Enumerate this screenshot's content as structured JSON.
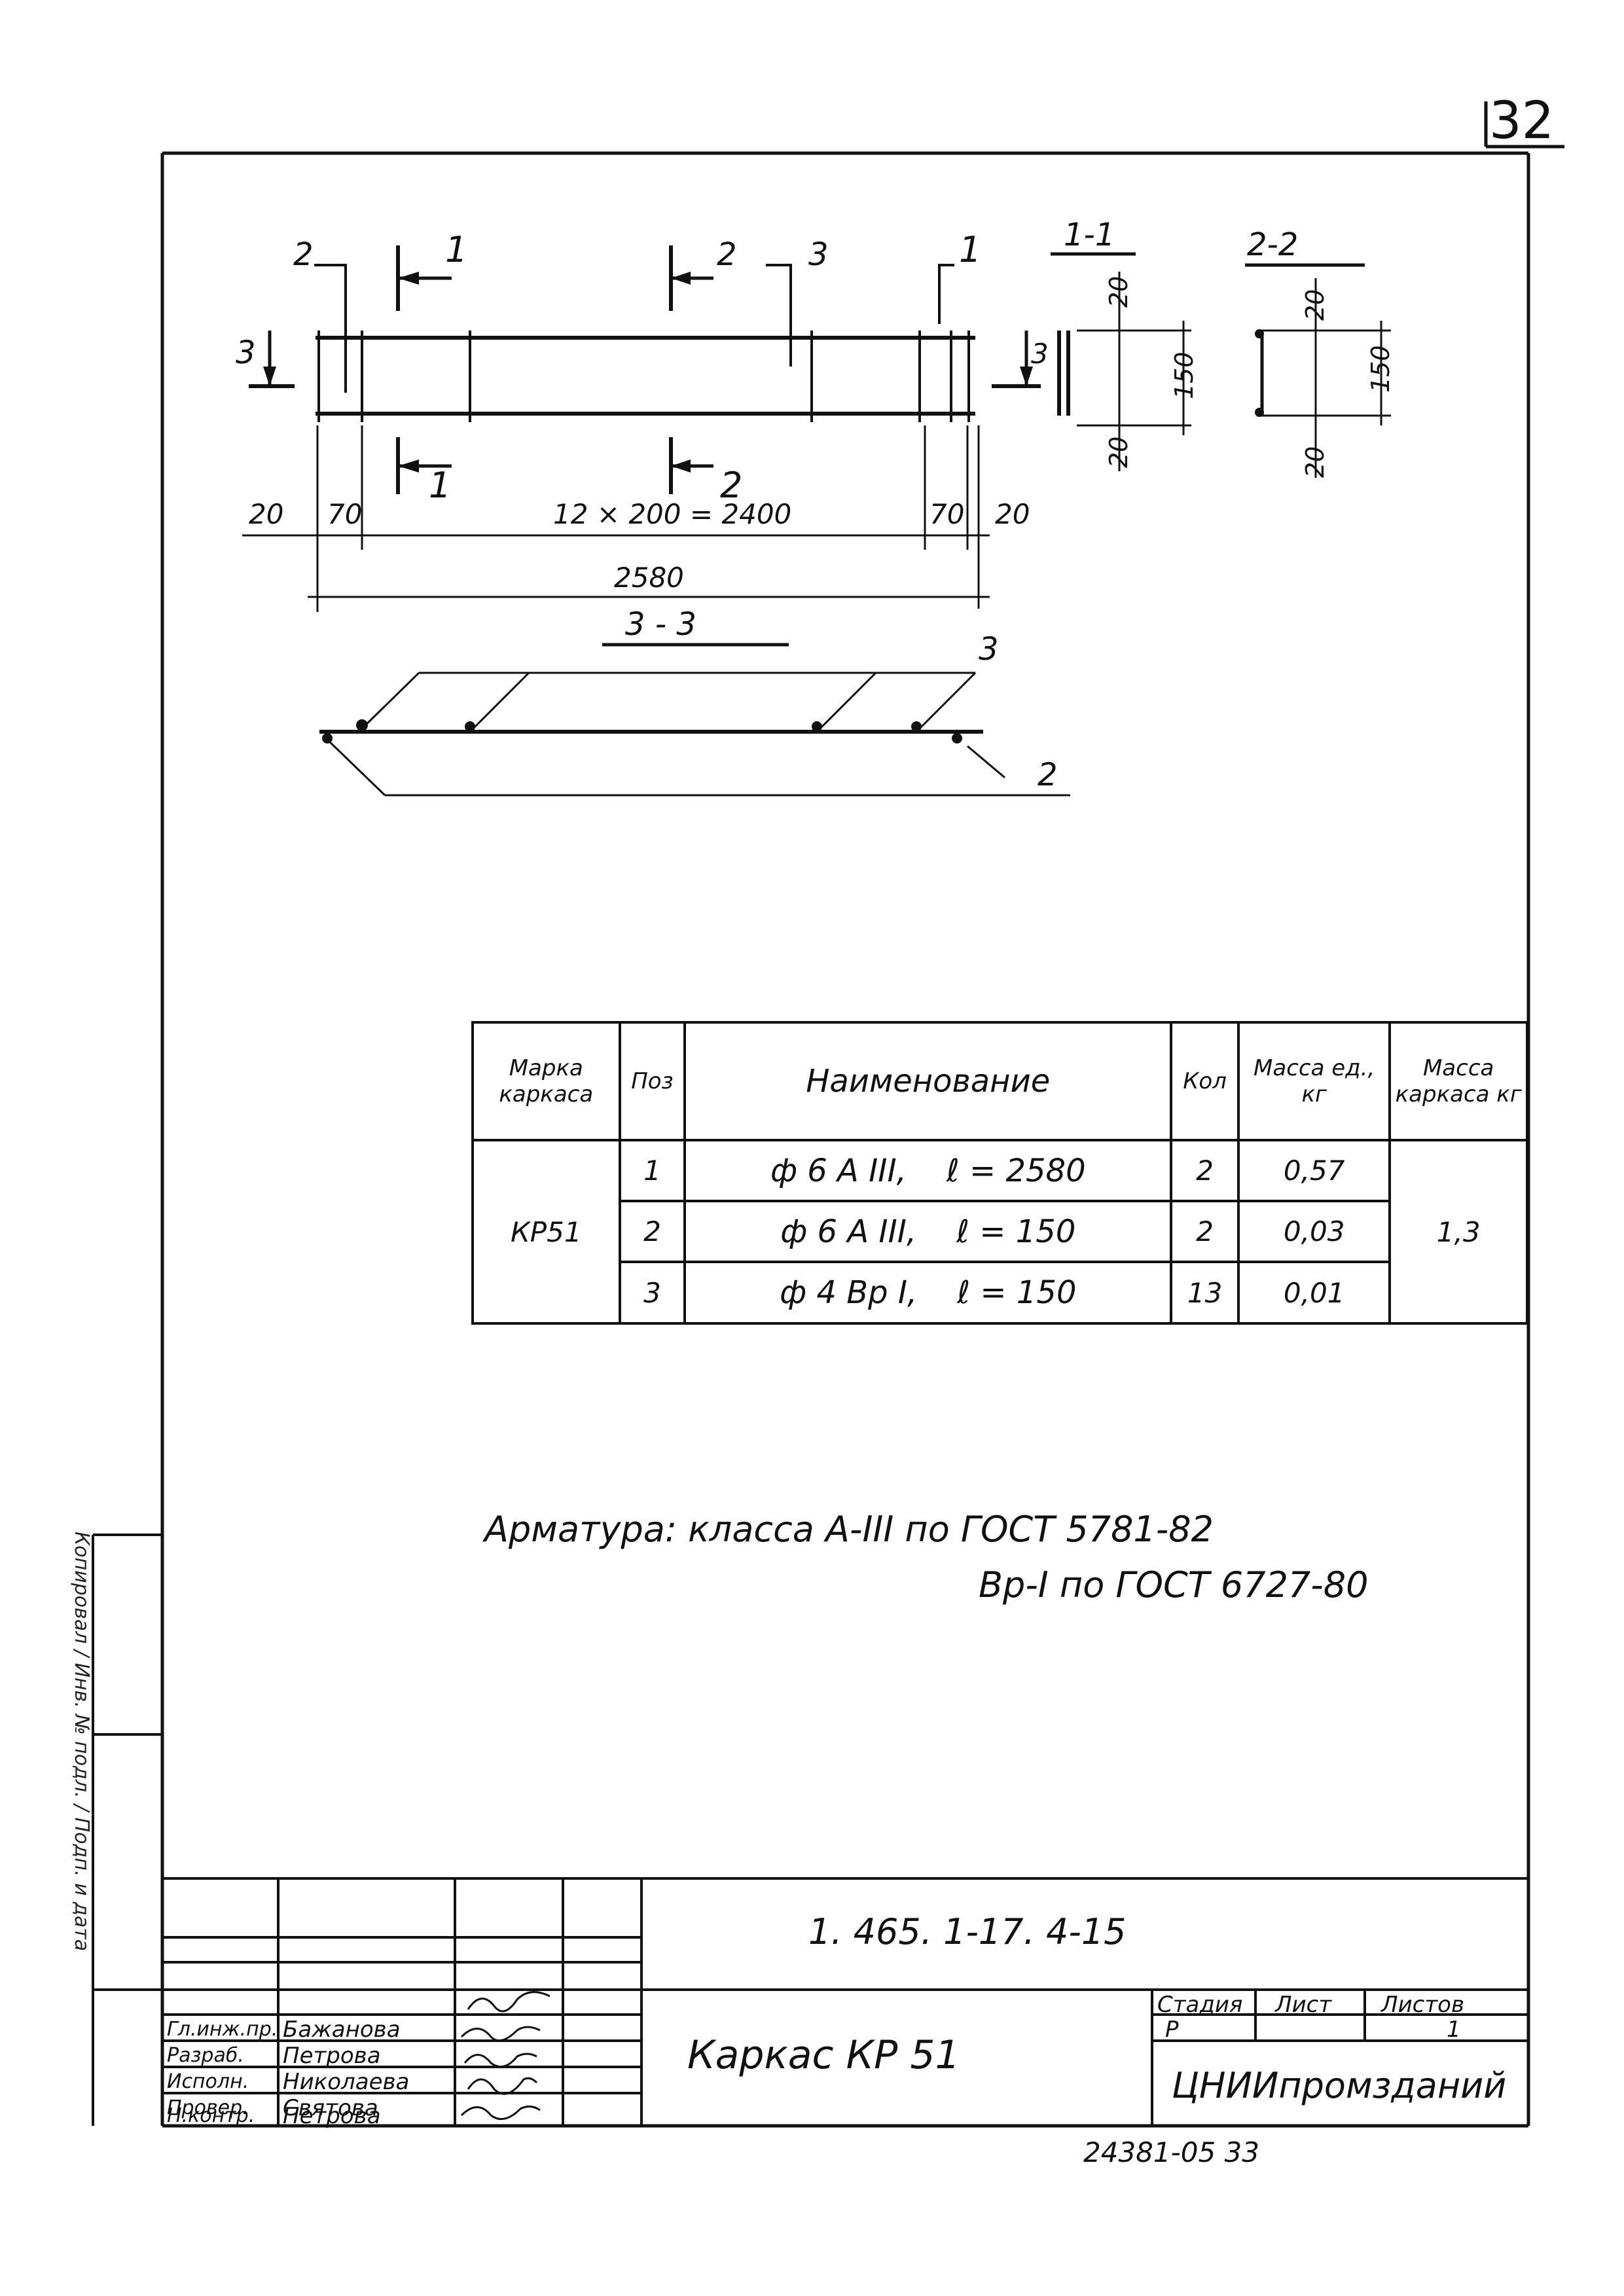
{
  "page_number": "32",
  "drawing": {
    "labels": {
      "pos2_top": "2",
      "pos3_top": "3",
      "cut1_top": "1",
      "cut2_top": "2",
      "pos1_top": "1",
      "cut1_bottom": "1",
      "cut2_bottom": "2",
      "cut3_left": "3",
      "cut3_right": "3",
      "dim_20_left": "20",
      "dim_70_left": "70",
      "dim_span": "12 × 200 = 2400",
      "dim_70_right": "70",
      "dim_20_right": "20",
      "dim_total": "2580",
      "section_33_title": "3 - 3",
      "section_33_pos3": "3",
      "section_33_pos2": "2"
    },
    "section_11": {
      "title": "1-1",
      "dim_top": "20",
      "dim_height": "150",
      "dim_bottom": "20"
    },
    "section_22": {
      "title": "2-2",
      "dim_top": "20",
      "dim_height": "150",
      "dim_bottom": "20"
    }
  },
  "spec_table": {
    "headers": {
      "mark": "Марка каркаса",
      "pos": "Поз",
      "name": "Наименование",
      "qty": "Кол",
      "unit_mass": "Масса ед., кг",
      "frame_mass": "Масса каркаса кг"
    },
    "mark": "КР51",
    "frame_mass": "1,3",
    "rows": [
      {
        "pos": "1",
        "name": "ф 6 А III,",
        "length": "ℓ = 2580",
        "qty": "2",
        "unit_mass": "0,57"
      },
      {
        "pos": "2",
        "name": "ф 6 А III,",
        "length": "ℓ = 150",
        "qty": "2",
        "unit_mass": "0,03"
      },
      {
        "pos": "3",
        "name": "ф 4 Вр I,",
        "length": "ℓ = 150",
        "qty": "13",
        "unit_mass": "0,01"
      }
    ]
  },
  "notes": {
    "line1": "Арматура: класса А-III по ГОСТ 5781-82",
    "line2": "Вр-I по ГОСТ 6727-80"
  },
  "title_block": {
    "doc_code": "1. 465. 1-17. 4-15",
    "title": "Каркас КР 51",
    "stage_label": "Стадия",
    "sheet_label": "Лист",
    "sheets_label": "Листов",
    "stage_value": "Р",
    "sheets_value": "1",
    "organization": "ЦНИИпромзданий",
    "roles": [
      {
        "role": "Гл.инж.пр.",
        "name": "Бажанова"
      },
      {
        "role": "Разраб.",
        "name": "Петрова"
      },
      {
        "role": "Исполн.",
        "name": "Николаева"
      },
      {
        "role": "Провер.",
        "name": "Святова"
      },
      {
        "role": "Н.контр.",
        "name": "Петрова"
      }
    ]
  },
  "bottom_code": "24381-05   33",
  "side_label": "Копировал / Инв. № подл. / Подп. и дата"
}
